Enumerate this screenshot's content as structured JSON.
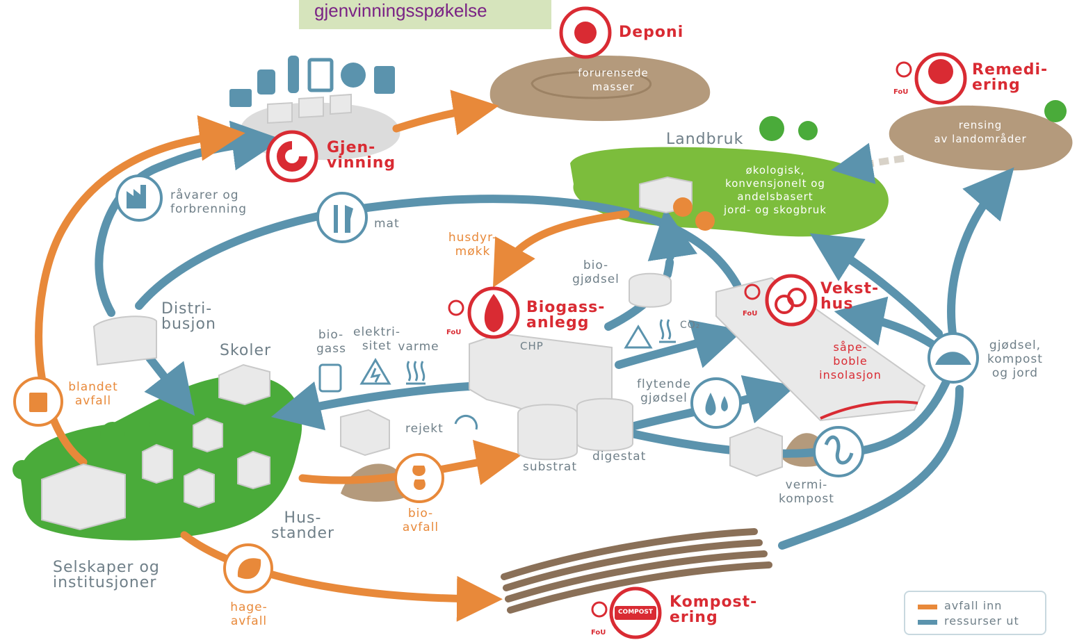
{
  "banner": {
    "text": "gjenvinningsspøkelse"
  },
  "colors": {
    "waste_in": "#e8893a",
    "resources_out": "#5b93ad",
    "accent_red": "#d92b33",
    "green": "#7cbd3c",
    "soil": "#b49a7c"
  },
  "nodes": {
    "deponi": {
      "title": "Deponi",
      "area": "forurensede\nmasser",
      "icon": "biohazard-icon"
    },
    "gjenvinning": {
      "title": "Gjen-\nvinning",
      "icon": "recycle-icon"
    },
    "remediering": {
      "title": "Remedi-\nering",
      "area": "rensing\nav landområder",
      "icon": "tree-roots-icon",
      "fou": "FoU"
    },
    "landbruk": {
      "title": "Landbruk",
      "area": "økologisk,\nkonvensjonelt og\nandelsbasert\njord- og skogbruk"
    },
    "biogass": {
      "title": "Biogass-\nanlegg",
      "icon": "flame-icon",
      "fou": "FoU",
      "chp": "CHP",
      "substrat": "substrat",
      "digestat": "digestat"
    },
    "veksthus": {
      "title": "Vekst-\nhus",
      "area": "såpe-\nboble\ninsolasjon",
      "icon": "rings-icon",
      "fou": "FoU"
    },
    "kompostering": {
      "title": "Kompost-\nering",
      "badge": "COMPOST",
      "fou": "FoU"
    },
    "skoler": {
      "title": "Skoler"
    },
    "distribusjon": {
      "title": "Distri-\nbusjon"
    },
    "husstander": {
      "title": "Hus-\nstander"
    },
    "selskaper": {
      "title": "Selskaper og\ninstitusjoner"
    }
  },
  "flows": {
    "ravarer": "råvarer og\nforbrenning",
    "mat": "mat",
    "husdyrmokk": "husdyr-\nmøkk",
    "biogjodsel": "bio-\ngjødsel",
    "co2": "CO₂",
    "biogass": "bio-\ngass",
    "elektrisitet": "elektri-\nsitet",
    "varme": "varme",
    "flytende": "flytende\ngjødsel",
    "rejekt": "rejekt",
    "bioavfall": "bio-\navfall",
    "blandet": "blandet\navfall",
    "hageavfall": "hage-\navfall",
    "vermikompost": "vermi-\nkompost",
    "gjodsel_kompost": "gjødsel,\nkompost\nog jord"
  },
  "legend": [
    {
      "label": "avfall inn",
      "color": "#e8893a"
    },
    {
      "label": "ressurser ut",
      "color": "#5b93ad"
    }
  ]
}
